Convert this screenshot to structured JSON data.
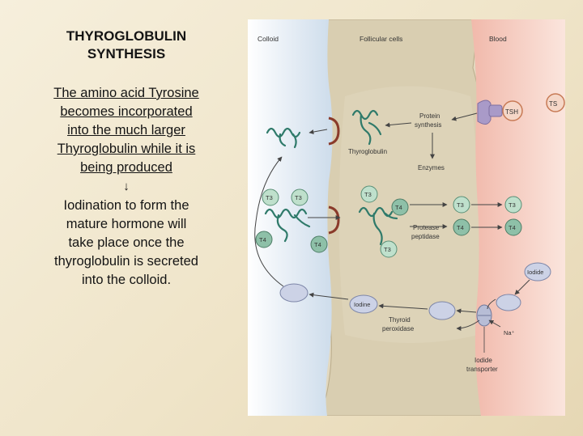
{
  "slide": {
    "title_lines": [
      "THYROGLOBULIN",
      "SYNTHESIS"
    ],
    "para1_lines": [
      "The amino acid Tyrosine",
      "becomes incorporated",
      "into the much larger",
      "Thyroglobulin while it is",
      "being produced"
    ],
    "arrow": "↓",
    "para2_lines": [
      "Iodination to form the",
      "mature hormone will",
      "take place once the",
      "thyroglobulin is secreted",
      "into the colloid."
    ]
  },
  "figure": {
    "regions": {
      "colloid": "Colloid",
      "follicular": "Follicular cells",
      "blood": "Blood"
    },
    "labels": {
      "tsh": "TSH",
      "tsh_partial": "TS",
      "protein_synthesis": [
        "Protein",
        "synthesis"
      ],
      "thyroglobulin": "Thyroglobulin",
      "enzymes": "Enzymes",
      "protease": [
        "Protease",
        "peptidase"
      ],
      "t3": "T3",
      "t4": "T4",
      "iodine": "Iodine",
      "iodide": "Iodide",
      "thyroid_peroxidase": [
        "Thyroid",
        "peroxidase"
      ],
      "na": "Na⁺",
      "iodide_transporter": [
        "Iodide",
        "transporter"
      ]
    },
    "colors": {
      "colloid": "#dde6f0",
      "cell": "#ddd3b8",
      "blood": "#f2c7bb",
      "t3_fill": "#bfe0cc",
      "t4_fill": "#8ec0a8",
      "iodide_fill": "#ccd2e6",
      "tsh_fill": "#a99ac8"
    }
  }
}
